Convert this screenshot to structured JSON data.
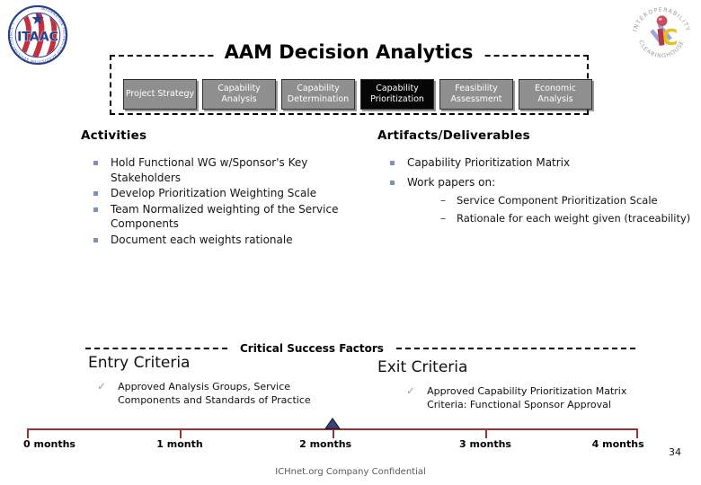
{
  "title": "AAM Decision Analytics",
  "logos": {
    "itaac_label": "ITAAC",
    "itaac_ring_text": "INFORMATION TECHNOLOGY ACQUISITION ADVISORY COUNCIL •",
    "ich_top_text": "INTEROPERABILITY",
    "ich_bottom_text": "CLEARINGHOUSE"
  },
  "process": {
    "boxes": [
      {
        "label": "Project Strategy"
      },
      {
        "label": "Capability Analysis"
      },
      {
        "label": "Capability Determination"
      },
      {
        "label": "Capability Prioritization",
        "active": true
      },
      {
        "label": "Feasibility Assessment"
      },
      {
        "label": "Economic Analysis"
      }
    ]
  },
  "activities": {
    "heading": "Activities",
    "items": [
      "Hold Functional WG w/Sponsor's Key Stakeholders",
      "Develop Prioritization Weighting Scale",
      "Team Normalized weighting of the Service Components",
      "Document each weights rationale"
    ]
  },
  "artifacts": {
    "heading": "Artifacts/Deliverables",
    "items": [
      "Capability Prioritization Matrix",
      "Work papers on:"
    ],
    "sub_items": [
      "Service Component Prioritization Scale",
      "Rationale for each weight given (traceability)"
    ]
  },
  "csf": {
    "heading": "Critical Success Factors",
    "entry_heading": "Entry Criteria",
    "entry_item": "Approved Analysis Groups, Service Components and Standards of Practice",
    "exit_heading": "Exit Criteria",
    "exit_item": "Approved Capability Prioritization Matrix Criteria: Functional Sponsor Approval"
  },
  "timeline": {
    "labels": [
      "0 months",
      "1 month",
      "2 months",
      "3 months",
      "4 months"
    ],
    "marker_at": "2 months"
  },
  "footer": {
    "confidential": "ICHnet.org Company Confidential",
    "page_number": "34"
  },
  "icons": {
    "check": "✓",
    "sub_dash": "–"
  },
  "colors": {
    "timeline_line": "#993333",
    "marker_fill": "#3a4276",
    "box_fill": "#8f8f8f",
    "box_active_fill": "#060606",
    "bullet_square": "#8090b8",
    "check_mark": "#93a8a3"
  }
}
